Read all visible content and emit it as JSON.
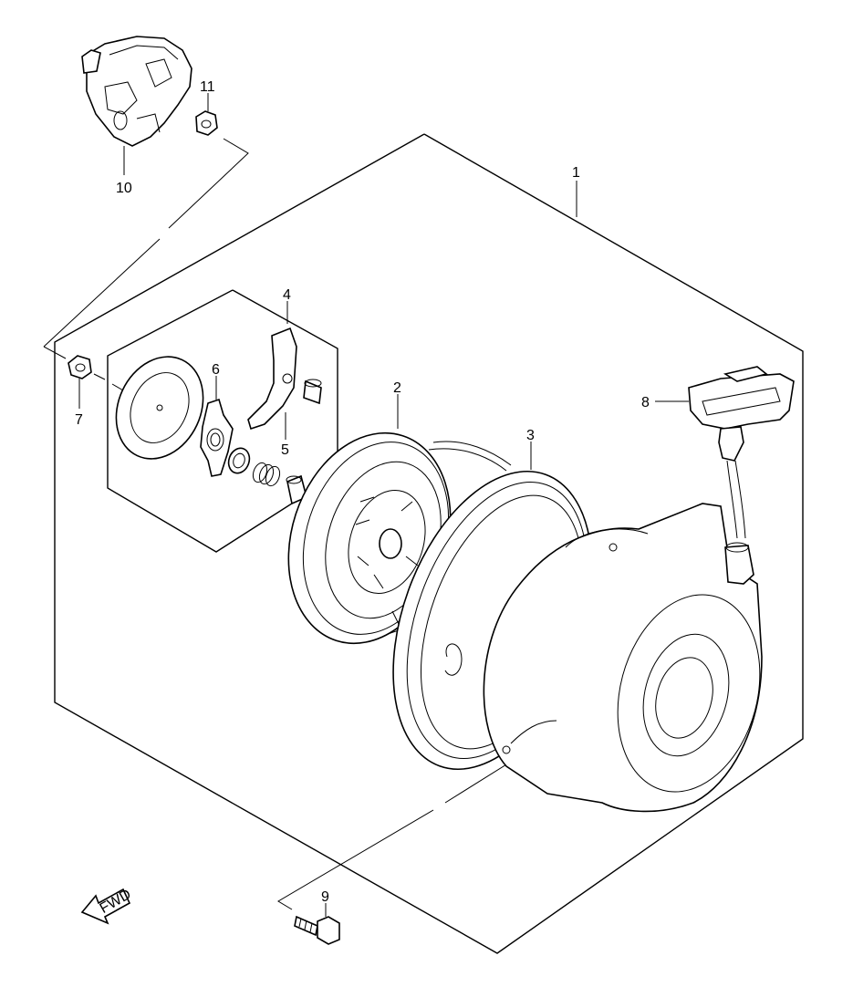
{
  "diagram": {
    "callouts": [
      {
        "id": "c1",
        "text": "1"
      },
      {
        "id": "c2",
        "text": "2"
      },
      {
        "id": "c3",
        "text": "3"
      },
      {
        "id": "c4",
        "text": "4"
      },
      {
        "id": "c5",
        "text": "5"
      },
      {
        "id": "c6",
        "text": "6"
      },
      {
        "id": "c7",
        "text": "7"
      },
      {
        "id": "c8",
        "text": "8"
      },
      {
        "id": "c9",
        "text": "9"
      },
      {
        "id": "c10",
        "text": "10"
      },
      {
        "id": "c11",
        "text": "11"
      }
    ],
    "fwd_label": "FWD"
  }
}
